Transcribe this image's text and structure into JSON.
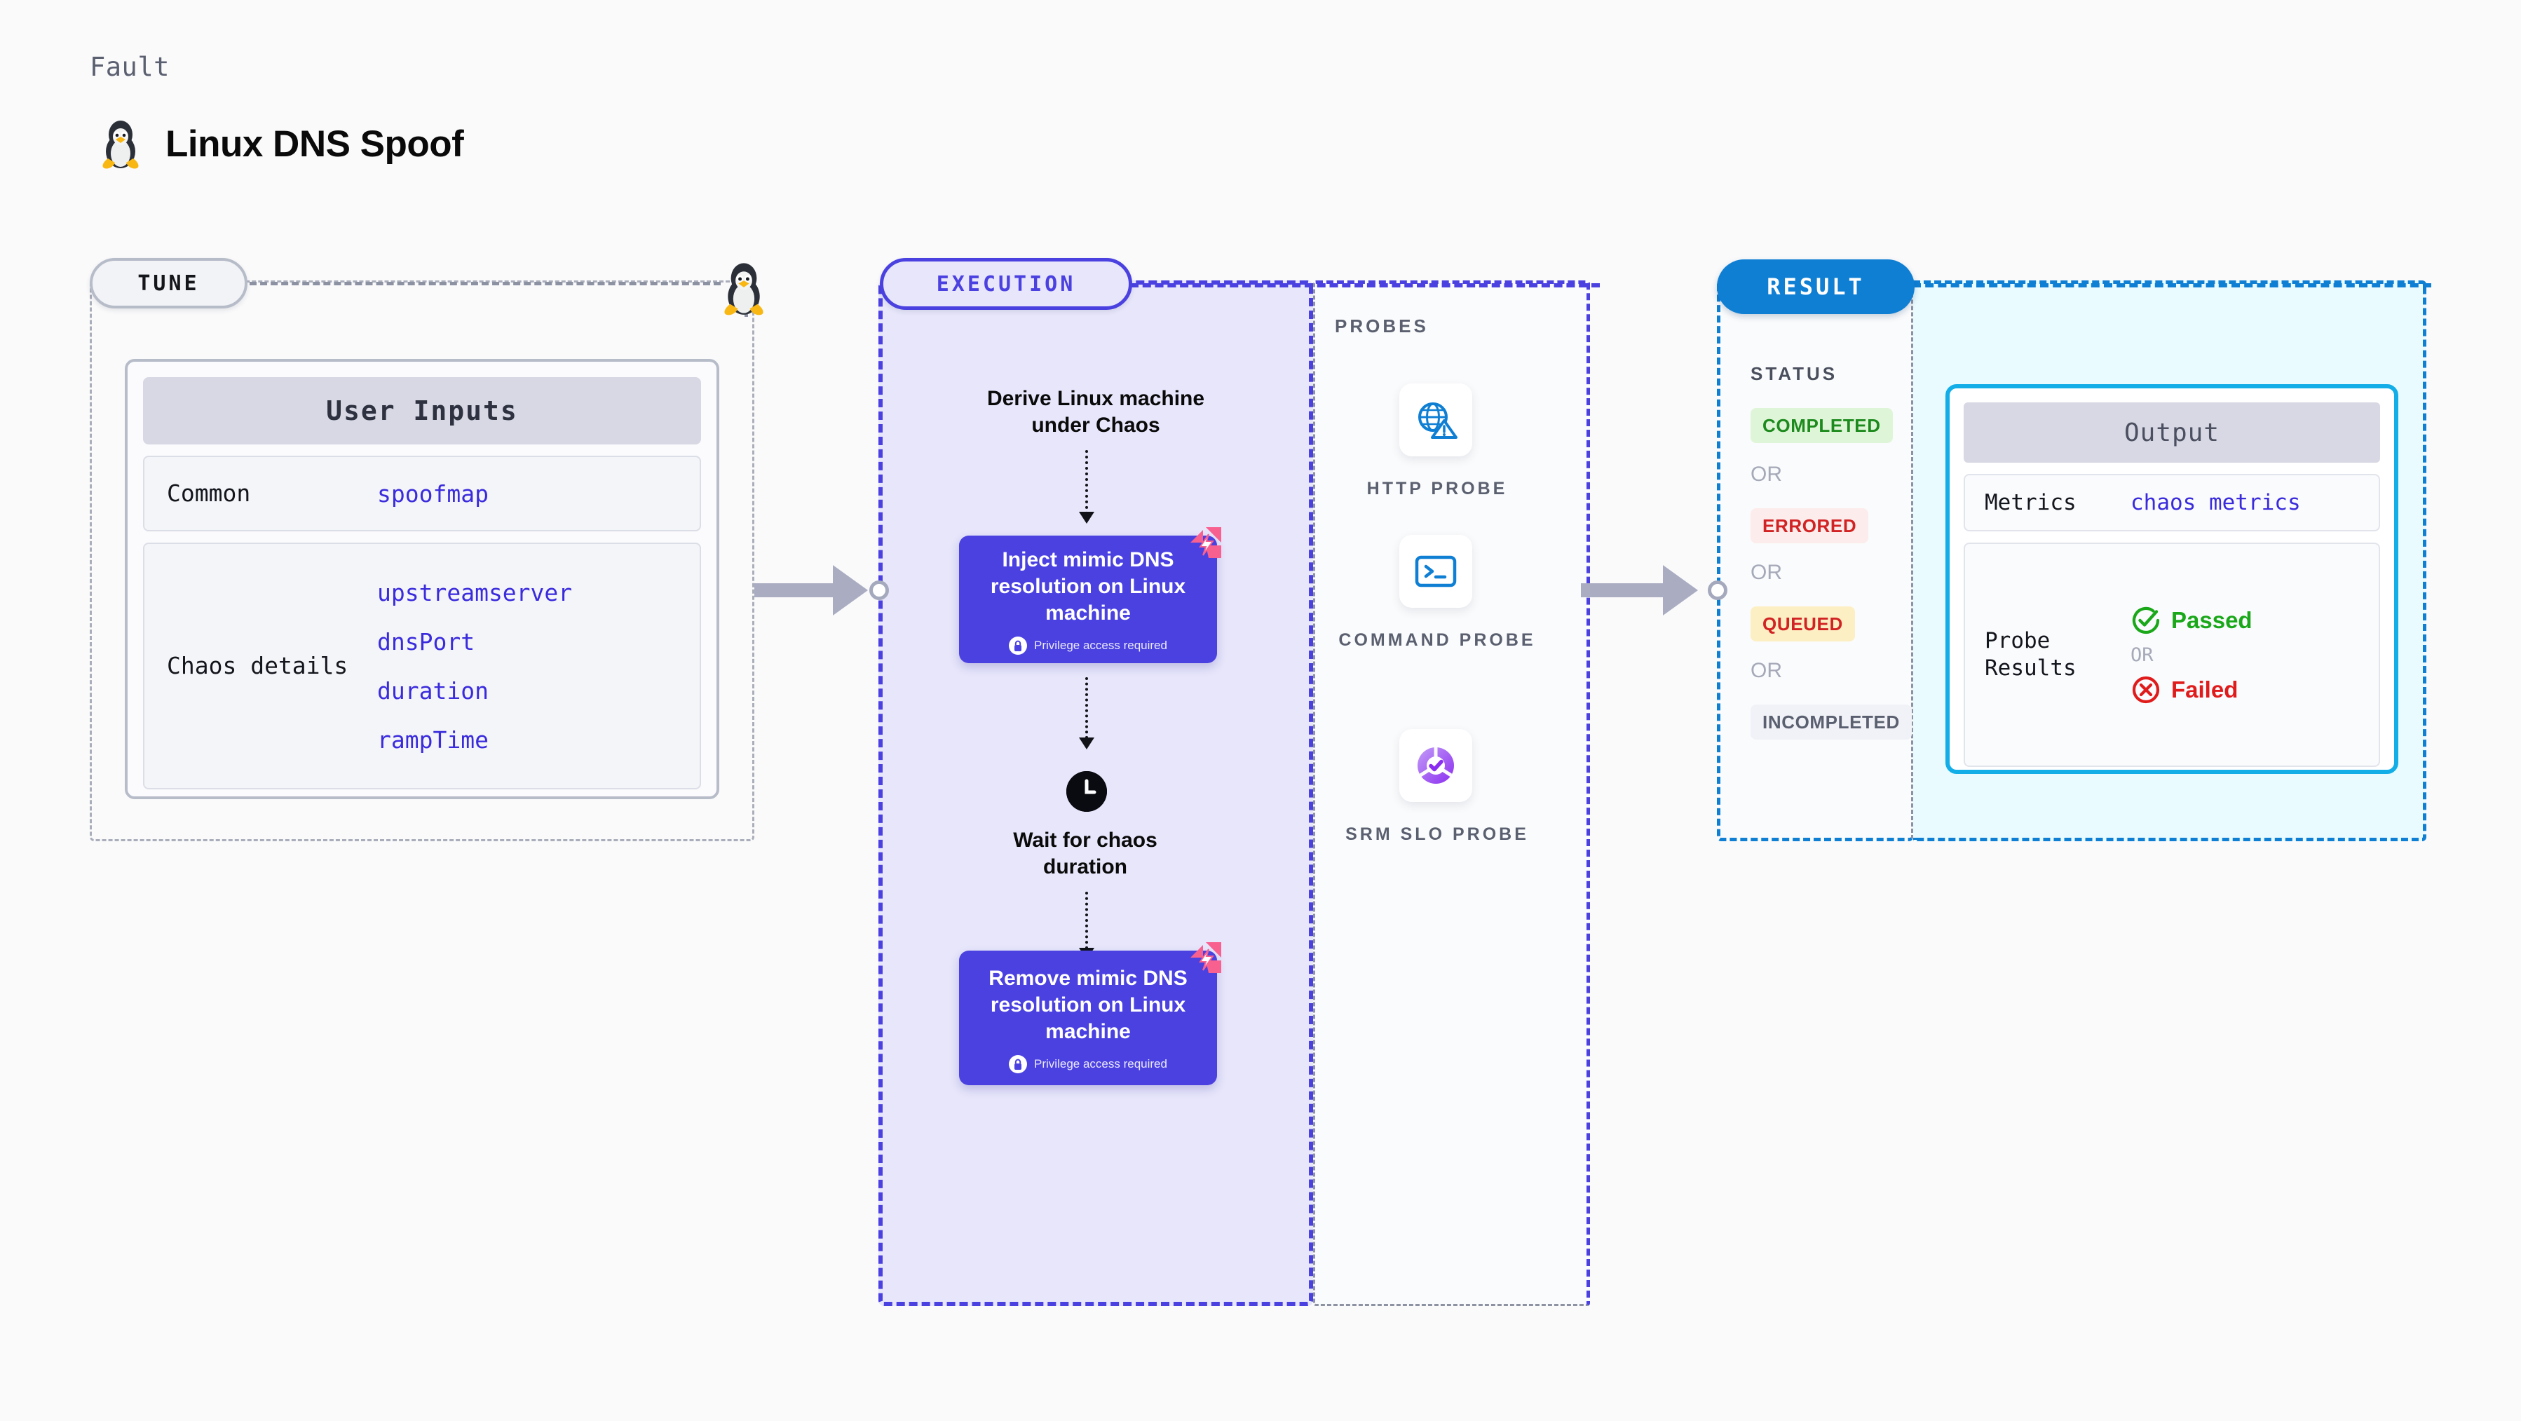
{
  "header": {
    "kicker": "Fault",
    "title": "Linux DNS Spoof",
    "icon": "tux-penguin-icon"
  },
  "colors": {
    "execution_purple": "#4a41e0",
    "result_blue": "#0f7fd4",
    "output_cyan": "#13aee8",
    "fault_pink": "#f8608f",
    "tune_gray": "#b7bcc9",
    "value_blue": "#3a2bdc"
  },
  "tune": {
    "pill_label": "TUNE",
    "card": {
      "header": "User Inputs",
      "rows": [
        {
          "key": "Common",
          "values": [
            "spoofmap"
          ]
        },
        {
          "key": "Chaos details",
          "values": [
            "upstreamserver",
            "dnsPort",
            "duration",
            "rampTime"
          ]
        }
      ]
    }
  },
  "execution": {
    "pill_label": "EXECUTION",
    "steps": [
      {
        "kind": "label",
        "text": "Derive Linux machine under Chaos"
      },
      {
        "kind": "block",
        "text": "Inject mimic DNS resolution on Linux machine",
        "privilege": "Privilege access required",
        "badge": "fault-badge-icon"
      },
      {
        "kind": "label",
        "icon": "clock-icon",
        "text": "Wait for chaos duration"
      },
      {
        "kind": "block",
        "text": "Remove mimic DNS resolution on Linux machine",
        "privilege": "Privilege access required",
        "badge": "fault-badge-icon"
      }
    ]
  },
  "probes": {
    "title": "PROBES",
    "items": [
      {
        "label": "HTTP PROBE",
        "icon": "globe-warning-icon"
      },
      {
        "label": "COMMAND PROBE",
        "icon": "terminal-icon"
      },
      {
        "label": "SRM SLO PROBE",
        "icon": "slo-donut-check-icon"
      }
    ]
  },
  "result": {
    "pill_label": "RESULT",
    "status_title": "STATUS",
    "or_label": "OR",
    "statuses": [
      {
        "label": "COMPLETED",
        "bg": "#dff5d8",
        "fg": "#1d8a1d"
      },
      {
        "label": "ERRORED",
        "bg": "#fdecec",
        "fg": "#d12323"
      },
      {
        "label": "QUEUED",
        "bg": "#fdefc4",
        "fg": "#d12323"
      },
      {
        "label": "INCOMPLETED",
        "bg": "#f1f2f7",
        "fg": "#5b6070"
      }
    ]
  },
  "output": {
    "header": "Output",
    "rows": [
      {
        "key": "Metrics",
        "value": "chaos metrics"
      }
    ],
    "probe_results": {
      "key": "Probe Results",
      "passed": {
        "label": "Passed",
        "icon": "check-circle-icon",
        "color": "#1aa81a"
      },
      "or_label": "OR",
      "failed": {
        "label": "Failed",
        "icon": "x-circle-icon",
        "color": "#e01b1b"
      }
    }
  }
}
